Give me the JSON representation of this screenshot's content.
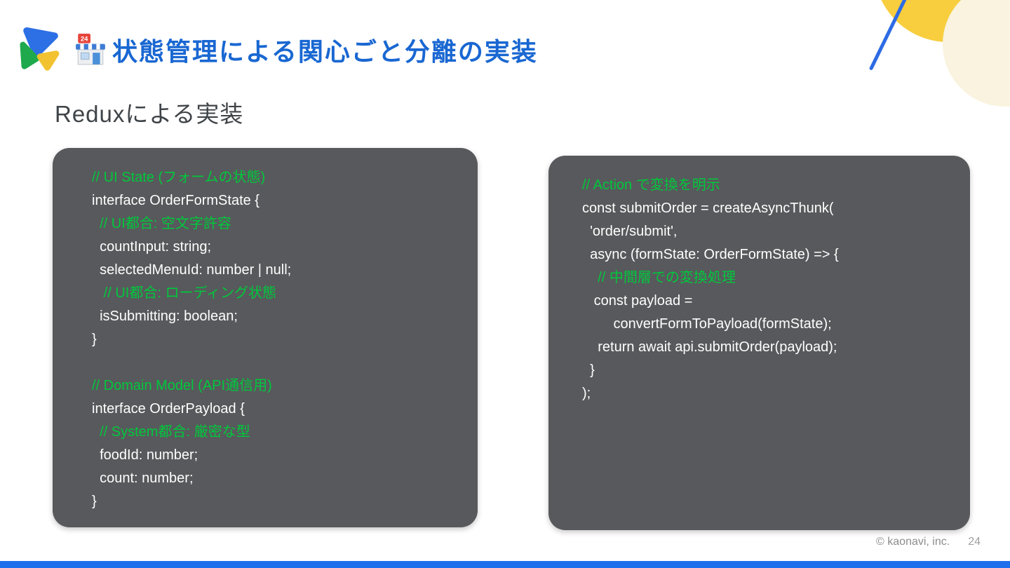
{
  "slide": {
    "header": {
      "icon": "convenience-store",
      "icon_sign_label": "24",
      "title": "状態管理による関心ごと分離の実装"
    },
    "subtitle": "Reduxによる実装",
    "footer": {
      "copyright": "© kaonavi, inc.",
      "page_number": "24"
    },
    "colors": {
      "title_blue": "#1967D2",
      "code_background": "#58595C",
      "code_text": "#FFFFFF",
      "comment_green": "#00C83C",
      "bottom_bar_blue": "#1E6FEB",
      "deco_yellow": "#F8CE3F",
      "deco_cream": "#F9F3DF",
      "deco_blue": "#2D6BE4"
    }
  },
  "code_blocks": [
    {
      "name": "ui-state-and-domain-model",
      "lines": [
        {
          "type": "comment",
          "text": "// UI State (フォームの状態)"
        },
        {
          "type": "code",
          "text": "interface OrderFormState {"
        },
        {
          "type": "comment",
          "text": "  // UI都合: 空文字許容"
        },
        {
          "type": "code",
          "text": "  countInput: string;"
        },
        {
          "type": "code",
          "text": "  selectedMenuId: number | null;"
        },
        {
          "type": "comment",
          "text": "   // UI都合: ローディング状態"
        },
        {
          "type": "code",
          "text": "  isSubmitting: boolean;"
        },
        {
          "type": "code",
          "text": "}"
        },
        {
          "type": "blank",
          "text": ""
        },
        {
          "type": "comment",
          "text": "// Domain Model (API通信用)"
        },
        {
          "type": "code",
          "text": "interface OrderPayload {"
        },
        {
          "type": "comment",
          "text": "  // System都合: 厳密な型"
        },
        {
          "type": "code",
          "text": "  foodId: number;"
        },
        {
          "type": "code",
          "text": "  count: number;"
        },
        {
          "type": "code",
          "text": "}"
        }
      ]
    },
    {
      "name": "action-create-async-thunk",
      "lines": [
        {
          "type": "comment",
          "text": "// Action で変換を明示"
        },
        {
          "type": "code",
          "text": "const submitOrder = createAsyncThunk("
        },
        {
          "type": "code",
          "text": "  'order/submit',"
        },
        {
          "type": "code",
          "text": "  async (formState: OrderFormState) => {"
        },
        {
          "type": "comment",
          "text": "    // 中間層での変換処理"
        },
        {
          "type": "code",
          "text": "   const payload ="
        },
        {
          "type": "code",
          "text": "        convertFormToPayload(formState);"
        },
        {
          "type": "code",
          "text": "    return await api.submitOrder(payload);"
        },
        {
          "type": "code",
          "text": "  }"
        },
        {
          "type": "code",
          "text": ");"
        }
      ]
    }
  ]
}
